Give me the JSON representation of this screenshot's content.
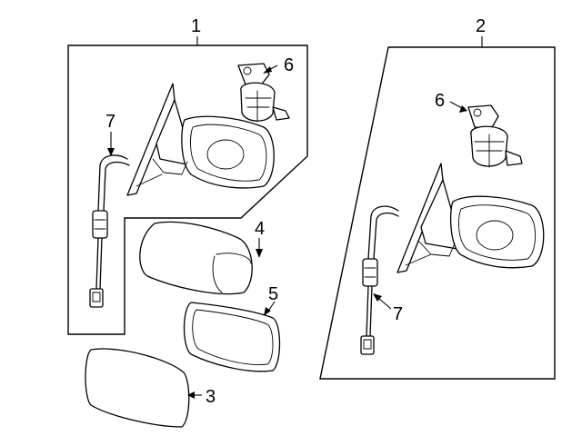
{
  "diagram": {
    "callouts": {
      "c1": "1",
      "c2": "2",
      "c3": "3",
      "c4": "4",
      "c5": "5",
      "c6_left": "6",
      "c6_right": "6",
      "c7_left": "7",
      "c7_right": "7"
    },
    "line_color": "#000000",
    "background": "#ffffff"
  }
}
